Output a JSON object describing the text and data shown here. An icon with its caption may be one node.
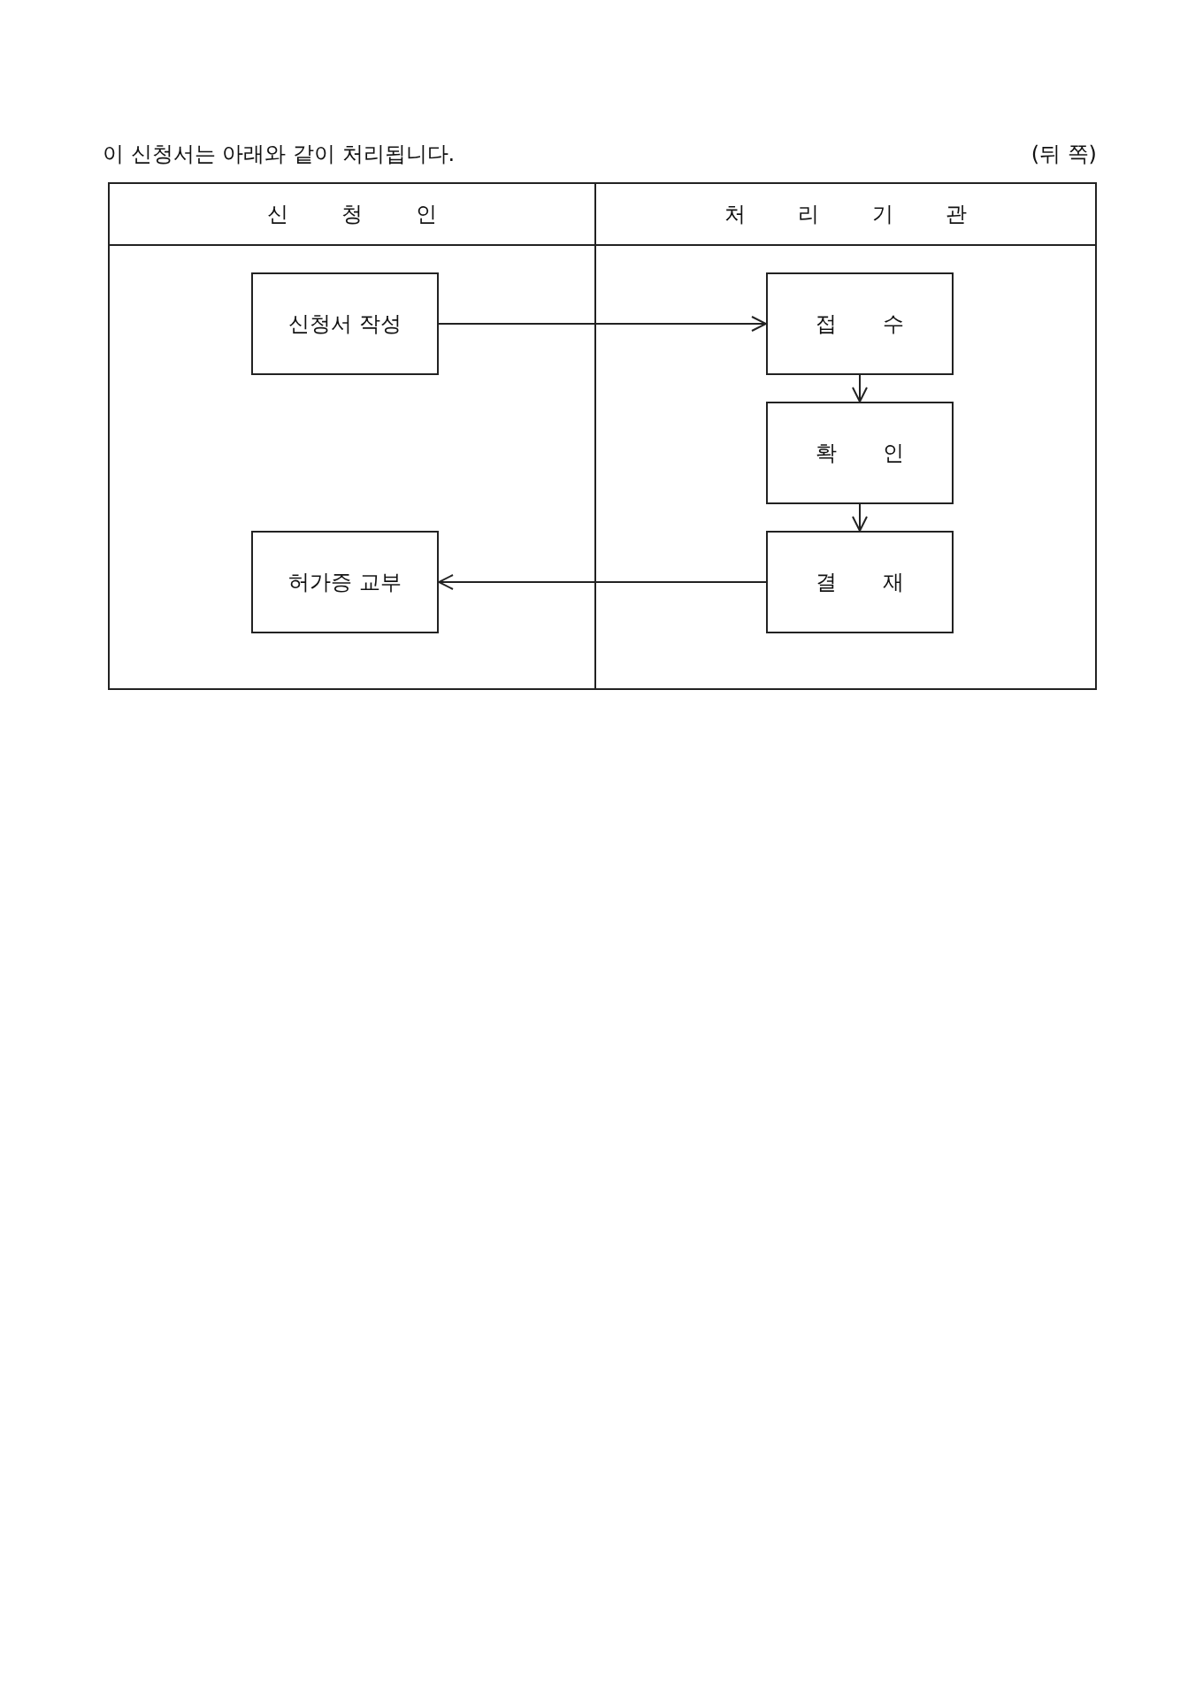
{
  "diagram": {
    "title": "이 신청서는 아래와 같이 처리됩니다.",
    "nodes": [
      {
        "text": [
          "신청서 작성"
        ]
      },
      {
        "text": [
          "접 수"
        ]
      },
      {
        "text": [
          "확 인"
        ]
      },
      {
        "text": [
          "결 재"
        ]
      },
      {
        "text": [
          "허가증 교부"
        ]
      }
    ],
    "edges": [
      {
        "from": 0,
        "to": 1,
        "arrow": "to"
      },
      {
        "from": 1,
        "to": 2,
        "arrow": "to"
      },
      {
        "from": 2,
        "to": 3,
        "arrow": "to"
      },
      {
        "from": 3,
        "to": 4,
        "arrow": "to"
      }
    ],
    "labels": [
      "(뒤 쪽)",
      "신 청 인",
      "처 리 기 관"
    ]
  }
}
